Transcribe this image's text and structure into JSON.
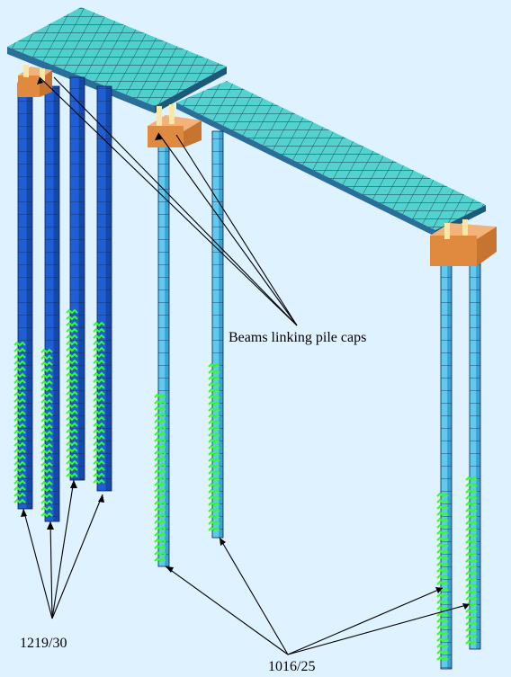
{
  "annotations": {
    "beams_linking_pile_caps": "Beams linking pile caps",
    "pile_size_left": "1219/30",
    "pile_size_right": "1016/25"
  },
  "colors": {
    "background": "#dff2ff",
    "deck": "#4fd0cc",
    "deck_mesh": "#1c4a55",
    "pile_dark": "#1f5fd6",
    "pile_light": "#5fc9ee",
    "pile_cap": "#e89a52",
    "support_springs": "#33ff22"
  }
}
